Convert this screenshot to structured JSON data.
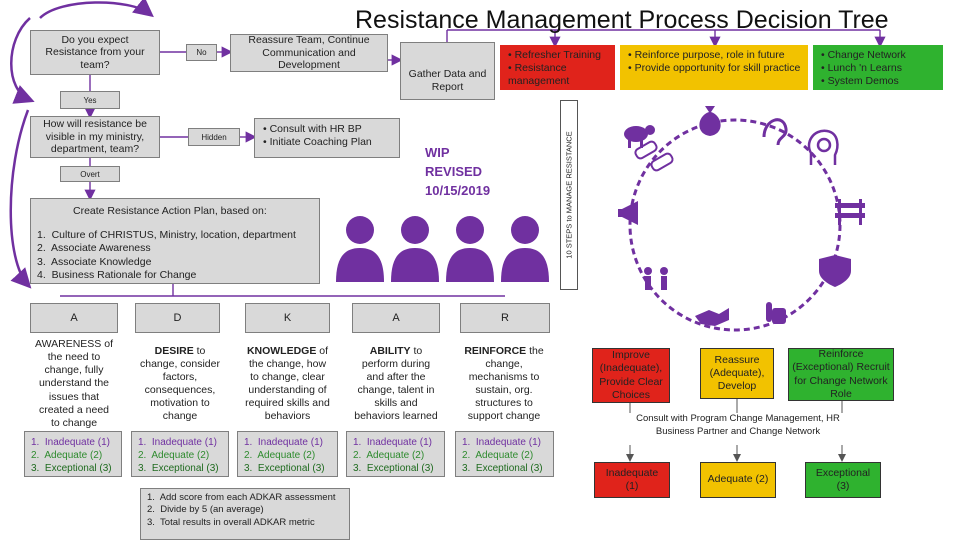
{
  "title": "Resistance Management Process Decision Tree",
  "q1": {
    "text": "Do you expect Resistance from your team?",
    "no_label": "No",
    "yes_label": "Yes"
  },
  "reassure": "Reassure Team, Continue Communication and Development",
  "gather": "Gather Data and Report",
  "q2": {
    "text": "How will resistance be visible in my ministry, department, team?",
    "hidden_label": "Hidden",
    "overt_label": "Overt"
  },
  "consult_hr": [
    "Consult with HR BP",
    "Initiate Coaching Plan"
  ],
  "wip": [
    "WIP",
    "REVISED",
    "10/15/2019"
  ],
  "plan": {
    "heading": "Create Resistance Action Plan, based on:",
    "items": [
      "Culture of CHRISTUS, Ministry, location, department",
      "Associate Awareness",
      "Associate Knowledge",
      "Business Rationale for Change"
    ]
  },
  "top_red": [
    "Refresher Training",
    "Resistance management"
  ],
  "top_yellow": [
    "Reinforce purpose, role in future",
    "Provide opportunity for skill practice"
  ],
  "top_green": [
    "Change Network",
    "Lunch 'n Learns",
    "System Demos"
  ],
  "vertical_label": "10 STEPS to MANAGE RESISTANCE",
  "adkar": {
    "letters": [
      "A",
      "D",
      "K",
      "A",
      "R"
    ],
    "columns": [
      {
        "strong": "AWARENESS",
        "rest": " of the need to change, fully understand the issues that created a need to change"
      },
      {
        "strong": "DESIRE",
        "rest": " to change, consider factors, consequences, motivation to change"
      },
      {
        "strong": "KNOWLEDGE",
        "rest": " of the change, how to change, clear understanding of required skills and behaviors"
      },
      {
        "strong": "ABILITY",
        "rest": " to perform during and after the change, talent in skills and behaviors learned"
      },
      {
        "strong": "REINFORCE",
        "rest": " the change, mechanisms to sustain, org. structures to support change"
      }
    ],
    "levels": [
      "Inadequate (1)",
      "Adequate (2)",
      "Exceptional (3)"
    ]
  },
  "score_steps": [
    "Add score from each ADKAR assessment",
    "Divide by 5 (an average)",
    "Total results in overall ADKAR metric"
  ],
  "outcomes": [
    "Improve (Inadequate), Provide Clear Choices",
    "Reassure (Adequate), Develop",
    "Reinforce (Exceptional) Recruit for Change Network Role"
  ],
  "consult_program": "Consult with Program Change Management, HR Business Partner and Change Network",
  "ratings": [
    "Inadequate (1)",
    "Adequate (2)",
    "Exceptional (3)"
  ],
  "colors": {
    "purple": "#7030a0",
    "red": "#e0231b",
    "yellow": "#f2c200",
    "green": "#2fb22f",
    "gray": "#d9d9d9"
  },
  "icons": [
    "money-bag-icon",
    "ear-icon",
    "head-target-icon",
    "shield-hand-icon",
    "barrier-icon",
    "hand-money-icon",
    "promise-hand-icon",
    "handshake-hands-icon",
    "people-celebrate-icon",
    "megaphone-icon",
    "sheep-icon",
    "broken-link-icon",
    "person-silhouette-icon"
  ]
}
